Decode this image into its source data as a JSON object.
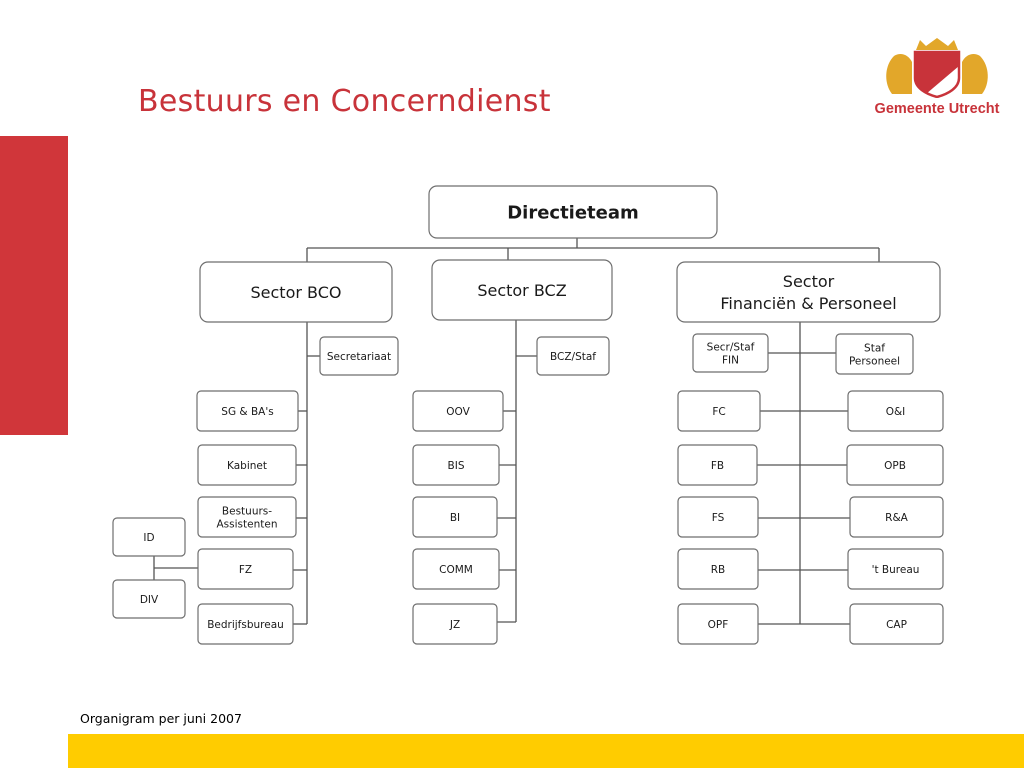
{
  "slide": {
    "title": "Bestuurs en Concerndienst",
    "footer": "Organigram per juni 2007"
  },
  "logo": {
    "name": "Gemeente Utrecht",
    "colors": {
      "red": "#c8333a",
      "gold": "#e2a72a"
    }
  },
  "colors": {
    "accent_red": "#d0363a",
    "accent_yellow": "#ffcc00"
  },
  "orgchart": {
    "directie": [
      "Directieteam"
    ],
    "bco": {
      "sector": [
        "Sector BCO"
      ],
      "staff": [
        "Secretariaat"
      ],
      "units": [
        [
          "SG & BA's"
        ],
        [
          "Kabinet"
        ],
        [
          "Bestuurs-",
          "Assistenten"
        ],
        [
          "FZ"
        ],
        [
          "Bedrijfsbureau"
        ]
      ],
      "sub": [
        [
          "ID"
        ],
        [
          "DIV"
        ]
      ]
    },
    "bcz": {
      "sector": [
        "Sector BCZ"
      ],
      "staff": [
        "BCZ/Staf"
      ],
      "units": [
        [
          "OOV"
        ],
        [
          "BIS"
        ],
        [
          "BI"
        ],
        [
          "COMM"
        ],
        [
          "JZ"
        ]
      ]
    },
    "fp": {
      "sector": [
        "Sector",
        "Financiën & Personeel"
      ],
      "staff_left": [
        "Secr/Staf",
        "FIN"
      ],
      "staff_right": [
        "Staf",
        "Personeel"
      ],
      "units_left": [
        [
          "FC"
        ],
        [
          "FB"
        ],
        [
          "FS"
        ],
        [
          "RB"
        ],
        [
          "OPF"
        ]
      ],
      "units_right": [
        [
          "O&I"
        ],
        [
          "OPB"
        ],
        [
          "R&A"
        ],
        [
          "'t Bureau"
        ],
        [
          "CAP"
        ]
      ]
    }
  }
}
